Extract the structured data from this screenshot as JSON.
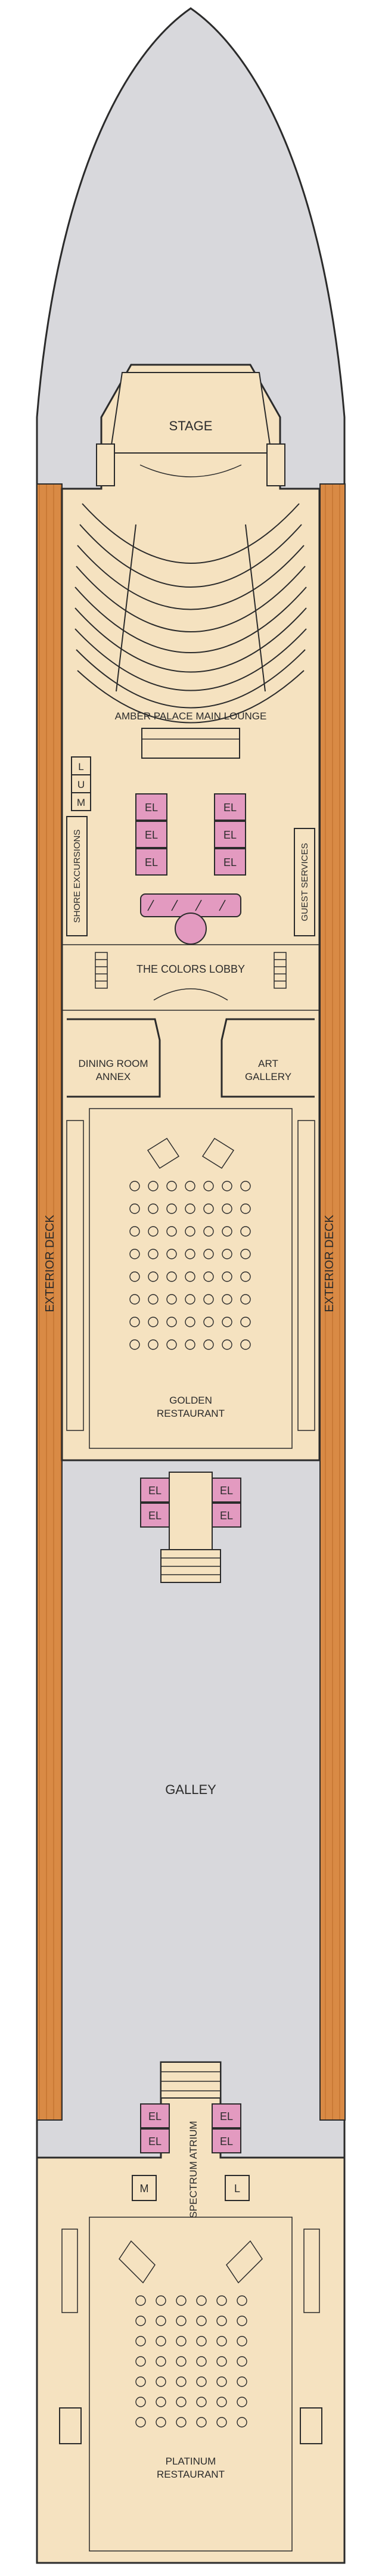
{
  "colors": {
    "hull": "#d8d8dc",
    "interior": "#f5e2c0",
    "exterior_deck": "#d98a45",
    "elevator": "#e39ac0",
    "lines": "#2b2b2b"
  },
  "labels": {
    "stage": "STAGE",
    "amber_palace": "AMBER PALACE MAIN LOUNGE",
    "shore_excursions": "SHORE EXCURSIONS",
    "guest_services": "GUEST SERVICES",
    "colors_lobby": "THE COLORS LOBBY",
    "dining_annex_1": "DINING ROOM",
    "dining_annex_2": "ANNEX",
    "art_gallery_1": "ART",
    "art_gallery_2": "GALLERY",
    "exterior_deck_left": "EXTERIOR DECK",
    "exterior_deck_right": "EXTERIOR DECK",
    "golden_1": "GOLDEN",
    "golden_2": "RESTAURANT",
    "galley": "GALLEY",
    "spectrum_atrium": "SPECTRUM ATRIUM",
    "platinum_1": "PLATINUM",
    "platinum_2": "RESTAURANT",
    "restroom_l": "L",
    "restroom_u": "U",
    "restroom_m": "M",
    "aft_m": "M",
    "aft_l": "L",
    "elevator": "EL"
  }
}
